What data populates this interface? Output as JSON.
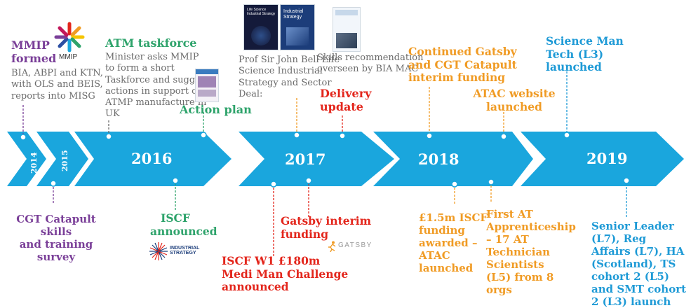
{
  "colors": {
    "arrow": "#1aa6dd",
    "purple": "#7a3f98",
    "green": "#2ea36b",
    "red": "#e3261c",
    "orange": "#f09b24",
    "blue": "#1e9ad6",
    "gray_text": "#6b6b6b"
  },
  "timeline": {
    "years": [
      "2014",
      "2015",
      "2016",
      "2017",
      "2018",
      "2019"
    ]
  },
  "events": {
    "mmip_title": "MMIP\nformed",
    "mmip_logo_label": "MMIP",
    "mmip_desc": "BIA, ABPI and KTN,\nwith OLS and BEIS,\nreports into MISG",
    "atm_title": "ATM taskforce",
    "atm_desc": "Minister asks MMIP\nto form a short\nTaskforce and suggest\nactions in support of\nATMP manufacture in\nUK",
    "action_plan": "Action plan",
    "bell_desc": "Prof Sir John Bell Life\nScience Industrial\nStrategy and Sector\nDeal:",
    "skills_desc": "Skills recommendation\noverseen by BIA MAC",
    "delivery": "Delivery\nupdate",
    "gatsby_cgt": "Continued Gatsby\nand CGT Catapult\ninterim funding",
    "atac_web": "ATAC website\nlaunched",
    "sci_man": "Science Man\nTech (L3)\nlaunched",
    "cgt_survey": "CGT Catapult\nskills\nand training\nsurvey",
    "iscf": "ISCF\nannounced",
    "industrial_logo": "INDUSTRIAL\nSTRATEGY",
    "iscf_w1": "ISCF W1 £180m\nMedi Man Challenge\nannounced",
    "gatsby_interim": "Gatsby interim\nfunding",
    "gatsby_logo": "GATSBY",
    "iscf_15": "£1.5m ISCF\nfunding\nawarded –\nATAC\nlaunched",
    "first_ap": "First AT\nApprenticeship\n– 17 AT\nTechnician\nScientists\n(L5) from 8\norgs",
    "senior": "Senior Leader\n(L7), Reg\nAffairs (L7), HA\n(Scotland), TS\ncohort 2 (L5)\nand SMT cohort\n2 (L3) launch"
  },
  "thumbnails": {
    "life_science": "Life Science\nIndustrial Strategy",
    "industrial": "Industrial\nStrategy"
  }
}
